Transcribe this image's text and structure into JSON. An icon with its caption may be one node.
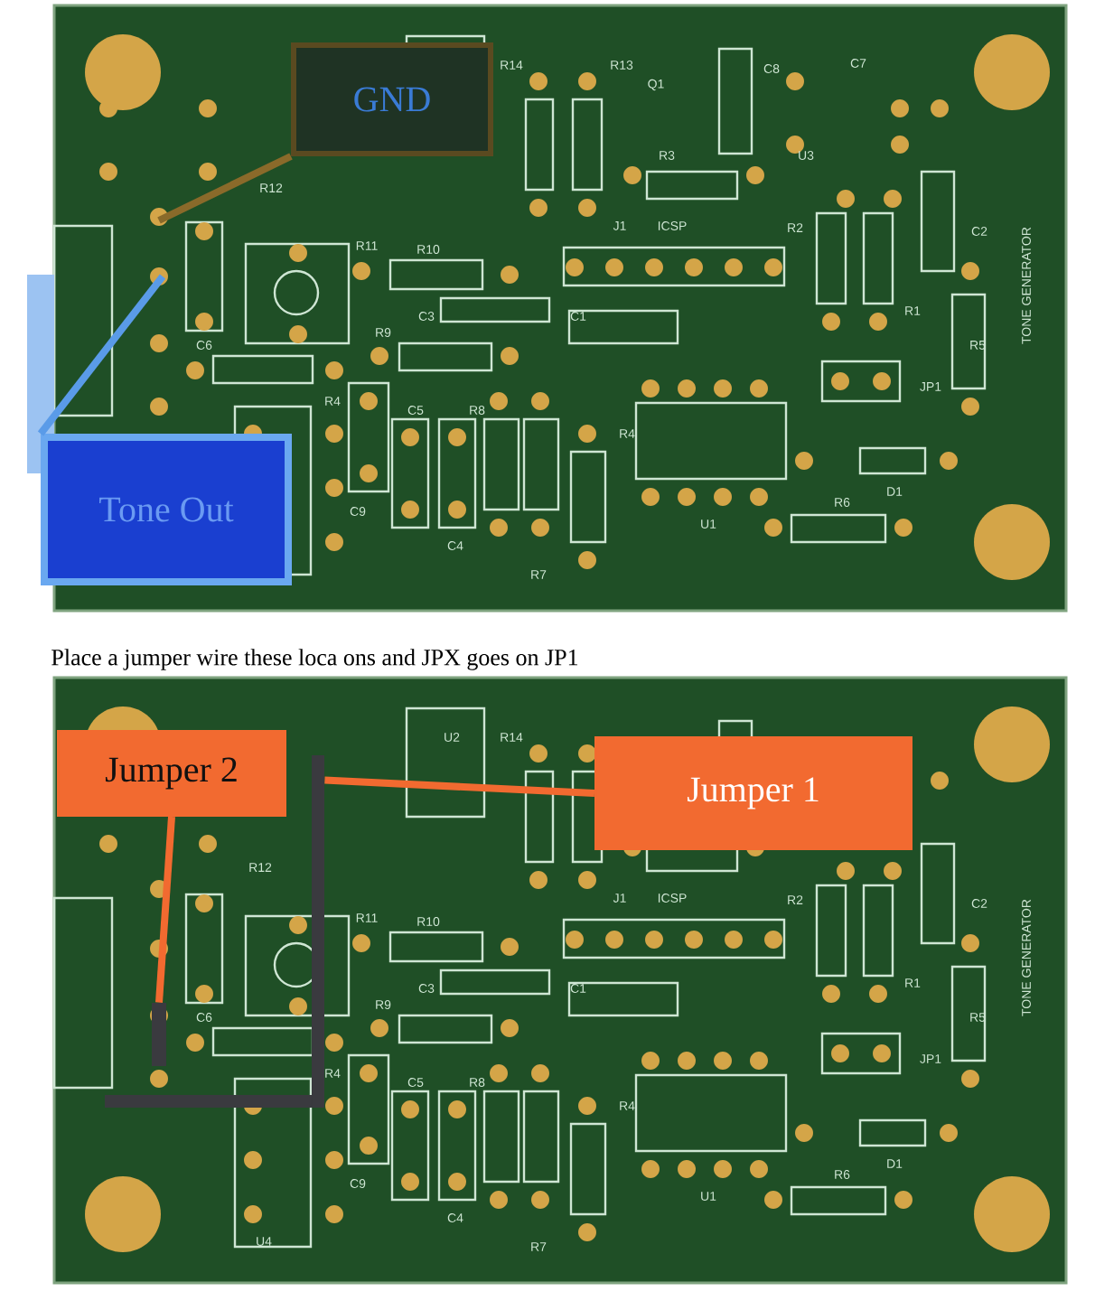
{
  "diagram": {
    "nodes": [
      {
        "text": [],
        "shape": "picture"
      },
      {
        "text": [
          "GND"
        ],
        "in": 0
      },
      {
        "text": [
          "Tone Out"
        ],
        "in": 0
      },
      {
        "text": [],
        "shape": "picture"
      },
      {
        "text": [
          "Jumper 2"
        ],
        "in": 3
      },
      {
        "text": [
          "Jumper 1"
        ],
        "in": 3
      },
      {
        "text": [],
        "shape": "bar",
        "in": 3
      },
      {
        "text": [],
        "shape": "bar",
        "in": 3
      }
    ],
    "edges": [
      {
        "from": 1,
        "to": null,
        "arrow": "none",
        "color": "#8a6a2a"
      },
      {
        "from": 2,
        "to": null,
        "arrow": "none",
        "color": "#5a9be8"
      },
      {
        "from": 5,
        "to": 6,
        "arrow": "none",
        "color": "#f26a30"
      },
      {
        "from": 4,
        "to": 7,
        "arrow": "none",
        "color": "#f26a30"
      }
    ],
    "labels": [
      "R12",
      "R14",
      "R13",
      "Q1",
      "C8",
      "C7",
      "R3",
      "U3",
      "J1",
      "ICSP",
      "R2",
      "C2",
      "R11",
      "R10",
      "C3",
      "C1",
      "R9",
      "C6",
      "R1",
      "R5",
      "JP1",
      "R4",
      "C5",
      "R8",
      "R4",
      "C9",
      "C4",
      "R7",
      "U1",
      "R6",
      "D1",
      "TONE GENERATOR",
      "Place a jumper wire these loca ons and JPX goes on JP1",
      "U2",
      "R14",
      "R12",
      "J1",
      "ICSP",
      "R2",
      "C2",
      "R11",
      "R10",
      "C3",
      "C1",
      "R9",
      "C6",
      "R1",
      "R5",
      "JP1",
      "R4",
      "C5",
      "R8",
      "R4",
      "C9",
      "C4",
      "R7",
      "U1",
      "R6",
      "D1",
      "U4",
      "TONE GENERATOR"
    ]
  }
}
